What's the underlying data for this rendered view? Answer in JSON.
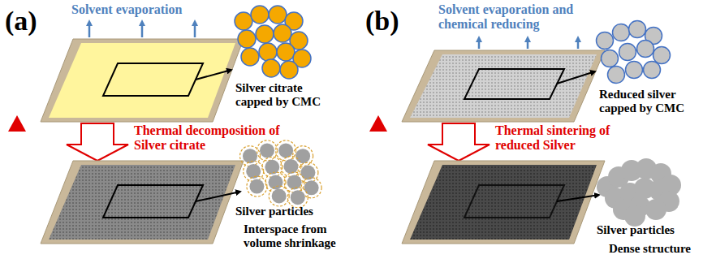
{
  "diagram": {
    "labels": [
      "(a)",
      "Solvent evaporation",
      "Silver citrate capped by CMC",
      "Thermal decomposition of Silver citrate",
      "Silver particles",
      "Interspace from volume shrinkage",
      "(b)",
      "Solvent evaporation and chemical reducing",
      "Reduced silver capped by CMC",
      "Thermal sintering of reduced Silver",
      "Silver particles",
      "Dense structure"
    ]
  }
}
